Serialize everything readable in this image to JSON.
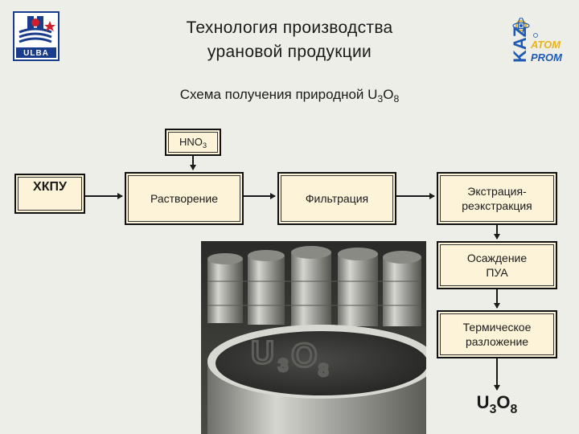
{
  "header": {
    "title_line1": "Технология производства",
    "title_line2": "урановой продукции",
    "subtitle_prefix": "Схема получения природной U",
    "subtitle_sub1": "3",
    "subtitle_mid": "O",
    "subtitle_sub2": "8"
  },
  "logos": {
    "ulba_text": "ULBA",
    "kaz_text": "KAZ",
    "atom_text": "ATOM",
    "prom_text": "PROM",
    "ulba_color": "#1a3c8c",
    "kaz_blue": "#1e5ab4",
    "kaz_gold": "#e8b41e"
  },
  "flow": {
    "reagent_main": "HNO",
    "reagent_sub": "3",
    "source": "ХКПУ",
    "step1": "Растворение",
    "step2": "Фильтрация",
    "step3_line1": "Экстрация-",
    "step3_line2": "реэкстракция",
    "step4_line1": "Осаждение",
    "step4_line2": "ПУА",
    "step5_line1": "Термическое",
    "step5_line2": "разложение",
    "product_main": "U",
    "product_sub1": "3",
    "product_mid": "O",
    "product_sub2": "8"
  },
  "photo": {
    "label_main": "U",
    "label_sub1": "3",
    "label_mid": "O",
    "label_sub2": "8"
  },
  "colors": {
    "box_fill": "#fdf3d8",
    "line": "#1a1a1a",
    "background": "#eeeee8"
  }
}
